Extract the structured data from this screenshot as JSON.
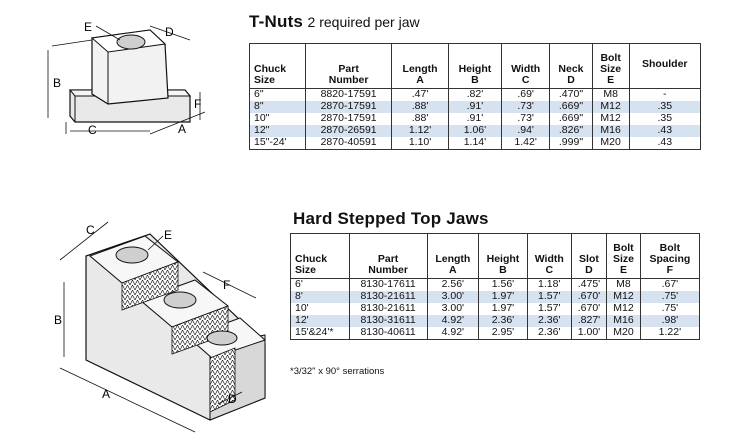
{
  "tnuts": {
    "title": "T-Nuts",
    "subtitle": "2 required per jaw",
    "headers": [
      [
        "Chuck",
        "Size"
      ],
      [
        "Part",
        "Number"
      ],
      [
        "Length",
        "A"
      ],
      [
        "Height",
        "B"
      ],
      [
        "Width",
        "C"
      ],
      [
        "Neck",
        "D"
      ],
      [
        "Bolt",
        "Size",
        "E"
      ],
      [
        "Shoulder"
      ]
    ],
    "rows": [
      [
        "6\"",
        "8820-17591",
        ".47'",
        ".82'",
        ".69'",
        ".470\"",
        "M8",
        "-"
      ],
      [
        "8\"",
        "2870-17591",
        ".88'",
        ".91'",
        ".73'",
        ".669\"",
        "M12",
        ".35"
      ],
      [
        "10\"",
        "2870-17591",
        ".88'",
        ".91'",
        ".73'",
        ".669\"",
        "M12",
        ".35"
      ],
      [
        "12\"",
        "2870-26591",
        "1.12'",
        "1.06'",
        ".94'",
        ".826\"",
        "M16",
        ".43"
      ],
      [
        "15\"-24'",
        "2870-40591",
        "1.10'",
        "1.14'",
        "1.42'",
        ".999\"",
        "M20",
        ".43"
      ]
    ],
    "diagram_labels": {
      "e": "E",
      "d": "D",
      "b": "B",
      "f": "F",
      "c": "C",
      "a": "A"
    }
  },
  "jaws": {
    "title": "Hard Stepped Top Jaws",
    "headers": [
      [
        "Chuck",
        "Size"
      ],
      [
        "Part",
        "Number"
      ],
      [
        "Length",
        "A"
      ],
      [
        "Height",
        "B"
      ],
      [
        "Width",
        "C"
      ],
      [
        "Slot",
        "D"
      ],
      [
        "Bolt",
        "Size",
        "E"
      ],
      [
        "Bolt",
        "Spacing",
        "F"
      ]
    ],
    "rows": [
      [
        "6'",
        "8130-17611",
        "2.56'",
        "1.56'",
        "1.18'",
        ".475'",
        "M8",
        ".67'"
      ],
      [
        "8'",
        "8130-21611",
        "3.00'",
        "1.97'",
        "1.57'",
        ".670'",
        "M12",
        ".75'"
      ],
      [
        "10'",
        "8130-21611",
        "3.00'",
        "1.97'",
        "1.57'",
        ".670'",
        "M12",
        ".75'"
      ],
      [
        "12'",
        "8130-31611",
        "4.92'",
        "2.36'",
        "2.36'",
        ".827'",
        "M16",
        ".98'"
      ],
      [
        "15'&24'*",
        "8130-40611",
        "4.92'",
        "2.95'",
        "2.36'",
        "1.00'",
        "M20",
        "1.22'"
      ]
    ],
    "note": "*3/32\" x 90° serrations",
    "diagram_labels": {
      "c": "C",
      "e": "E",
      "f": "F",
      "b": "B",
      "a": "A",
      "d": "D"
    }
  }
}
